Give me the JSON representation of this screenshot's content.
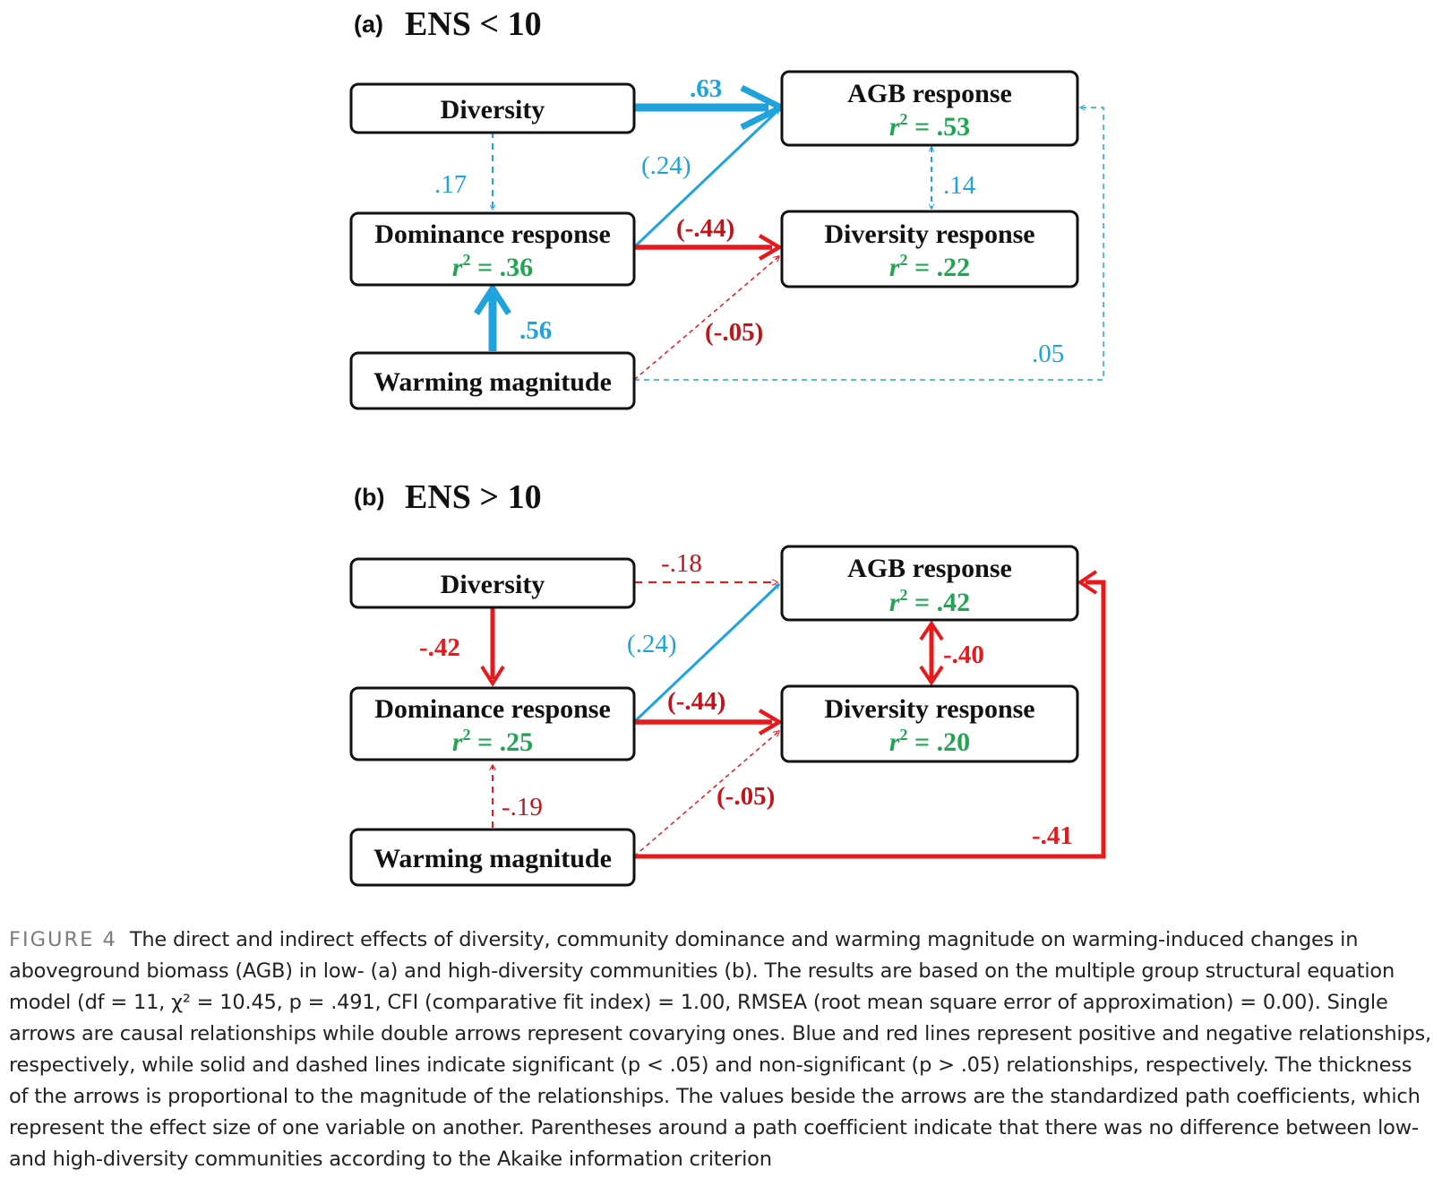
{
  "panels": [
    {
      "letter": "(a)",
      "title": "ENS < 10",
      "nodes": {
        "diversity": "Diversity",
        "agb": "AGB response",
        "agb_r2": ".53",
        "dominance": "Dominance response",
        "dominance_r2": ".36",
        "divresp": "Diversity response",
        "divresp_r2": ".22",
        "warming": "Warming magnitude"
      },
      "coefs": {
        "div_agb": ".63",
        "div_dom": ".17",
        "dom_agb": "(.24)",
        "dom_divresp": "(-.44)",
        "agb_divresp": ".14",
        "warm_dom": ".56",
        "warm_divresp": "(-.05)",
        "warm_agb": ".05"
      }
    },
    {
      "letter": "(b)",
      "title": "ENS > 10",
      "nodes": {
        "diversity": "Diversity",
        "agb": "AGB response",
        "agb_r2": ".42",
        "dominance": "Dominance response",
        "dominance_r2": ".25",
        "divresp": "Diversity response",
        "divresp_r2": ".20",
        "warming": "Warming magnitude"
      },
      "coefs": {
        "div_agb": "-.18",
        "div_dom": "-.42",
        "dom_agb": "(.24)",
        "dom_divresp": "(-.44)",
        "agb_divresp": "-.40",
        "warm_dom": "-.19",
        "warm_divresp": "(-.05)",
        "warm_agb": "-.41"
      }
    }
  ],
  "r2_prefix": "r",
  "r2_sup": "2",
  "r2_eq": " = ",
  "colors": {
    "positive": "#1fa3dd",
    "negative": "#e8191c",
    "r2_text": "#22a553"
  },
  "caption": {
    "label": "FIGURE 4",
    "text": "The direct and indirect effects of diversity, community dominance and warming magnitude on warming-induced changes in aboveground biomass (AGB) in low- (a) and high-diversity communities (b). The results are based on the multiple group structural equation model (df = 11, χ² = 10.45, p = .491, CFI (comparative fit index) = 1.00, RMSEA (root mean square error of approximation) = 0.00). Single arrows are causal relationships while double arrows represent covarying ones. Blue and red lines represent positive and negative relationships, respectively, while solid and dashed lines indicate significant (p < .05) and non-significant (p > .05) relationships, respectively. The thickness of the arrows is proportional to the magnitude of the relationships. The values beside the arrows are the standardized path coefficients, which represent the effect size of one variable on another. Parentheses around a path coefficient indicate that there was no difference between low- and high-diversity communities according to the Akaike information criterion"
  }
}
